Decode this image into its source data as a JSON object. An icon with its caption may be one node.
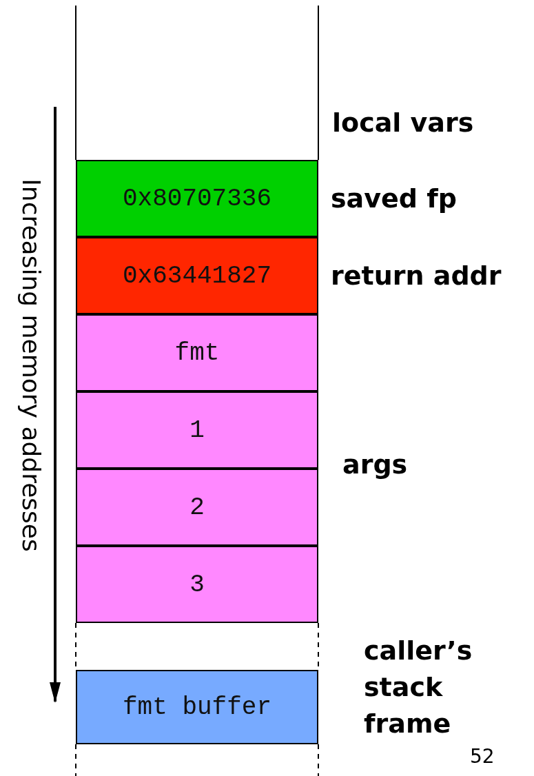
{
  "diagram": {
    "nodes": [
      {
        "text": [
          "0x80707336"
        ],
        "beside": [
          "saved fp"
        ]
      },
      {
        "text": [
          "0x63441827"
        ],
        "beside": [
          "return addr"
        ]
      },
      {
        "text": [
          "fmt"
        ]
      },
      {
        "text": [
          "1"
        ]
      },
      {
        "text": [
          "2"
        ]
      },
      {
        "text": [
          "3"
        ]
      },
      {
        "text": [
          "fmt buffer"
        ]
      }
    ],
    "labels": [
      "Increasing memory addresses",
      "local vars",
      "args",
      "caller’s stack frame",
      "52"
    ]
  }
}
